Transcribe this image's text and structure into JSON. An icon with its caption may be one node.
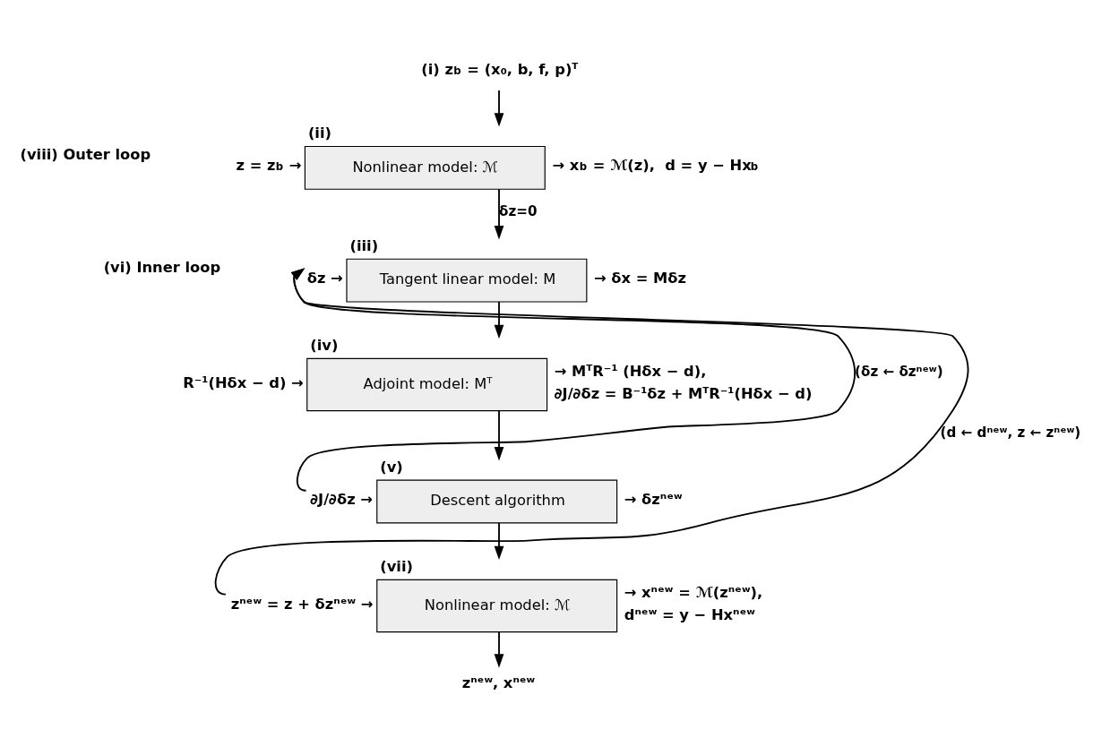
{
  "diagram": {
    "nodes": [
      {
        "text": [
          "(i) z$_{b}$ = (x₀, b, f, p)ᵀ"
        ]
      },
      {
        "text": [
          "(ii)",
          "Nonlinear model: ℳ"
        ],
        "beside": [
          "z = z$_{b}$ →",
          "→ x$_{b}$ = ℳ(z),  d = y − Hx$_{b}$"
        ]
      },
      {
        "text": [
          "(iii)",
          "Tangent linear model: M"
        ],
        "beside": [
          "δz →",
          "→ δx = Mδz"
        ]
      },
      {
        "text": [
          "(iv)",
          "Adjoint model: Mᵀ"
        ],
        "beside": [
          "R⁻¹(Hδx − d) →",
          "→ MᵀR⁻¹ (Hδx − d),",
          "∂J/∂δz = B⁻¹δz + MᵀR⁻¹(Hδx − d)"
        ]
      },
      {
        "text": [
          "(v)",
          "Descent algorithm"
        ],
        "beside": [
          "∂J/∂δz →",
          "→ δzⁿᵉʷ"
        ]
      },
      {
        "text": [
          "(vii)",
          "Nonlinear model: ℳ"
        ],
        "beside": [
          "zⁿᵉʷ = z + δzⁿᵉʷ →",
          "→ xⁿᵉʷ = ℳ(zⁿᵉʷ),",
          "dⁿᵉʷ = y − Hxⁿᵉʷ"
        ]
      },
      {
        "text": [
          "zⁿᵉʷ, xⁿᵉʷ"
        ]
      }
    ],
    "edges": [
      {
        "from": 0,
        "to": 1,
        "arrow": "to"
      },
      {
        "from": 1,
        "to": 2,
        "arrow": "to",
        "label": "δz=0"
      },
      {
        "from": 2,
        "to": 3,
        "arrow": "to"
      },
      {
        "from": 3,
        "to": 4,
        "arrow": "to"
      },
      {
        "from": 4,
        "to": 5,
        "arrow": "to"
      },
      {
        "from": 5,
        "to": 6,
        "arrow": "to"
      },
      {
        "from": 4,
        "to": 2,
        "arrow": "to",
        "label": "(δz ← δzⁿᵉʷ)"
      },
      {
        "from": 5,
        "to": 2,
        "arrow": "to",
        "label": "(d ← dⁿᵉʷ, z ← zⁿᵉʷ)"
      }
    ],
    "labels": [
      "(viii) Outer loop",
      "(vi) Inner loop"
    ]
  }
}
